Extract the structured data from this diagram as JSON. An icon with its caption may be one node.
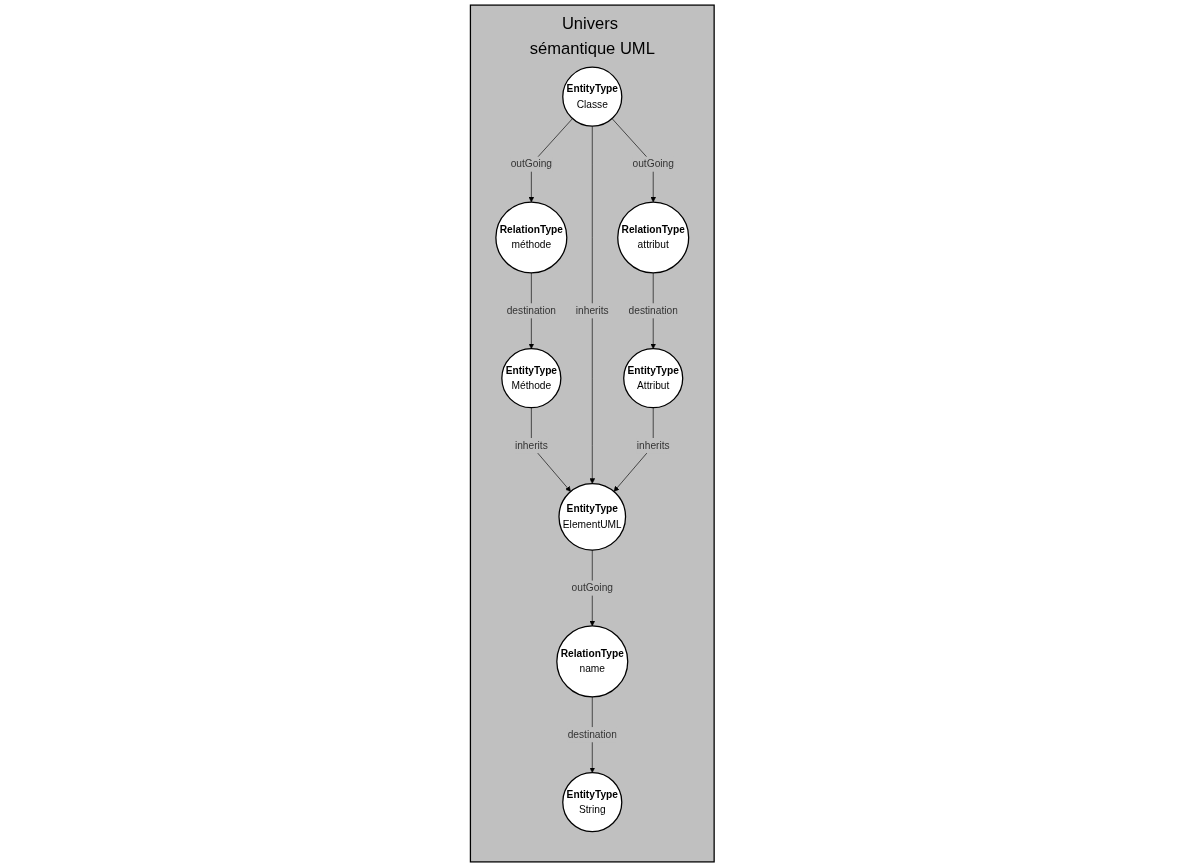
{
  "diagram": {
    "nodes": [
      {
        "text": [
          "Univers sémantique UML"
        ]
      },
      {
        "text": [
          "EntityType",
          "ElementUML"
        ],
        "in": 0
      },
      {
        "text": [
          "RelationType",
          "name"
        ],
        "in": 0
      },
      {
        "text": [
          "EntityType",
          "String"
        ],
        "in": 0
      },
      {
        "text": [
          "EntityType",
          "Méthode"
        ],
        "in": 0
      },
      {
        "text": [
          "EntityType",
          "Classe"
        ],
        "in": 0
      },
      {
        "text": [
          "EntityType",
          "Attribut"
        ],
        "in": 0
      },
      {
        "text": [
          "RelationType",
          "méthode"
        ],
        "in": 0
      },
      {
        "text": [
          "RelationType",
          "attribut"
        ],
        "in": 0
      }
    ],
    "edges": [
      {
        "from": 1,
        "to": 2,
        "arrow": "to",
        "label": "outGoing"
      },
      {
        "from": 2,
        "to": 3,
        "arrow": "to",
        "label": "destination"
      },
      {
        "from": 4,
        "to": 1,
        "arrow": "to",
        "label": "inherits"
      },
      {
        "from": 5,
        "to": 1,
        "arrow": "to",
        "label": "inherits"
      },
      {
        "from": 6,
        "to": 1,
        "arrow": "to",
        "label": "inherits"
      },
      {
        "from": 5,
        "to": 7,
        "arrow": "to",
        "label": "outGoing"
      },
      {
        "from": 5,
        "to": 8,
        "arrow": "to",
        "label": "outGoing"
      },
      {
        "from": 7,
        "to": 4,
        "arrow": "to",
        "label": "destination"
      },
      {
        "from": 8,
        "to": 6,
        "arrow": "to",
        "label": "destination"
      }
    ]
  }
}
